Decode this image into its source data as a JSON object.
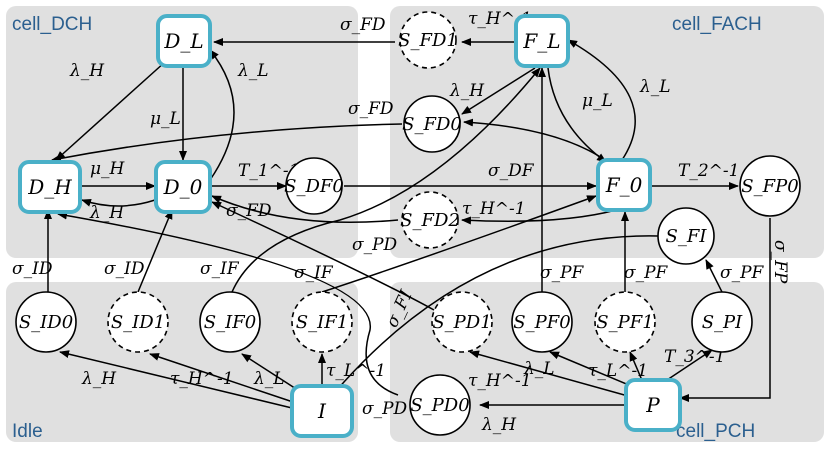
{
  "regions": {
    "dch": "cell_DCH",
    "fach": "cell_FACH",
    "idle": "Idle",
    "pch": "cell_PCH"
  },
  "nodes": {
    "DL": "D_L",
    "DH": "D_H",
    "D0": "D_0",
    "SDF0": "S_DF0",
    "FL": "F_L",
    "F0": "F_0",
    "SFD1": "S_FD1",
    "SFD0": "S_FD0",
    "SFD2": "S_FD2",
    "SFP0": "S_FP0",
    "SFI": "S_FI",
    "SID0": "S_ID0",
    "SID1": "S_ID1",
    "SIF0": "S_IF0",
    "SIF1": "S_IF1",
    "I": "I",
    "SPD1": "S_PD1",
    "SPF0": "S_PF0",
    "SPF1": "S_PF1",
    "SPI": "S_PI",
    "SPD0": "S_PD0",
    "P": "P"
  },
  "edge_labels": {
    "sigma_FD": "σ_FD",
    "tau_H_inv": "τ_H^-1",
    "tau_L_inv": "τ_L^-1",
    "lambda_H": "λ_H",
    "lambda_L": "λ_L",
    "mu_L": "μ_L",
    "mu_H": "μ_H",
    "T1_inv": "T_1^-1",
    "T2_inv": "T_2^-1",
    "T3_inv": "T_3^-1",
    "sigma_DF": "σ_DF",
    "sigma_FP": "σ_FP",
    "sigma_ID": "σ_ID",
    "sigma_IF": "σ_IF",
    "sigma_PD": "σ_PD",
    "sigma_PF": "σ_PF",
    "sigma_FI": "σ_FI"
  }
}
